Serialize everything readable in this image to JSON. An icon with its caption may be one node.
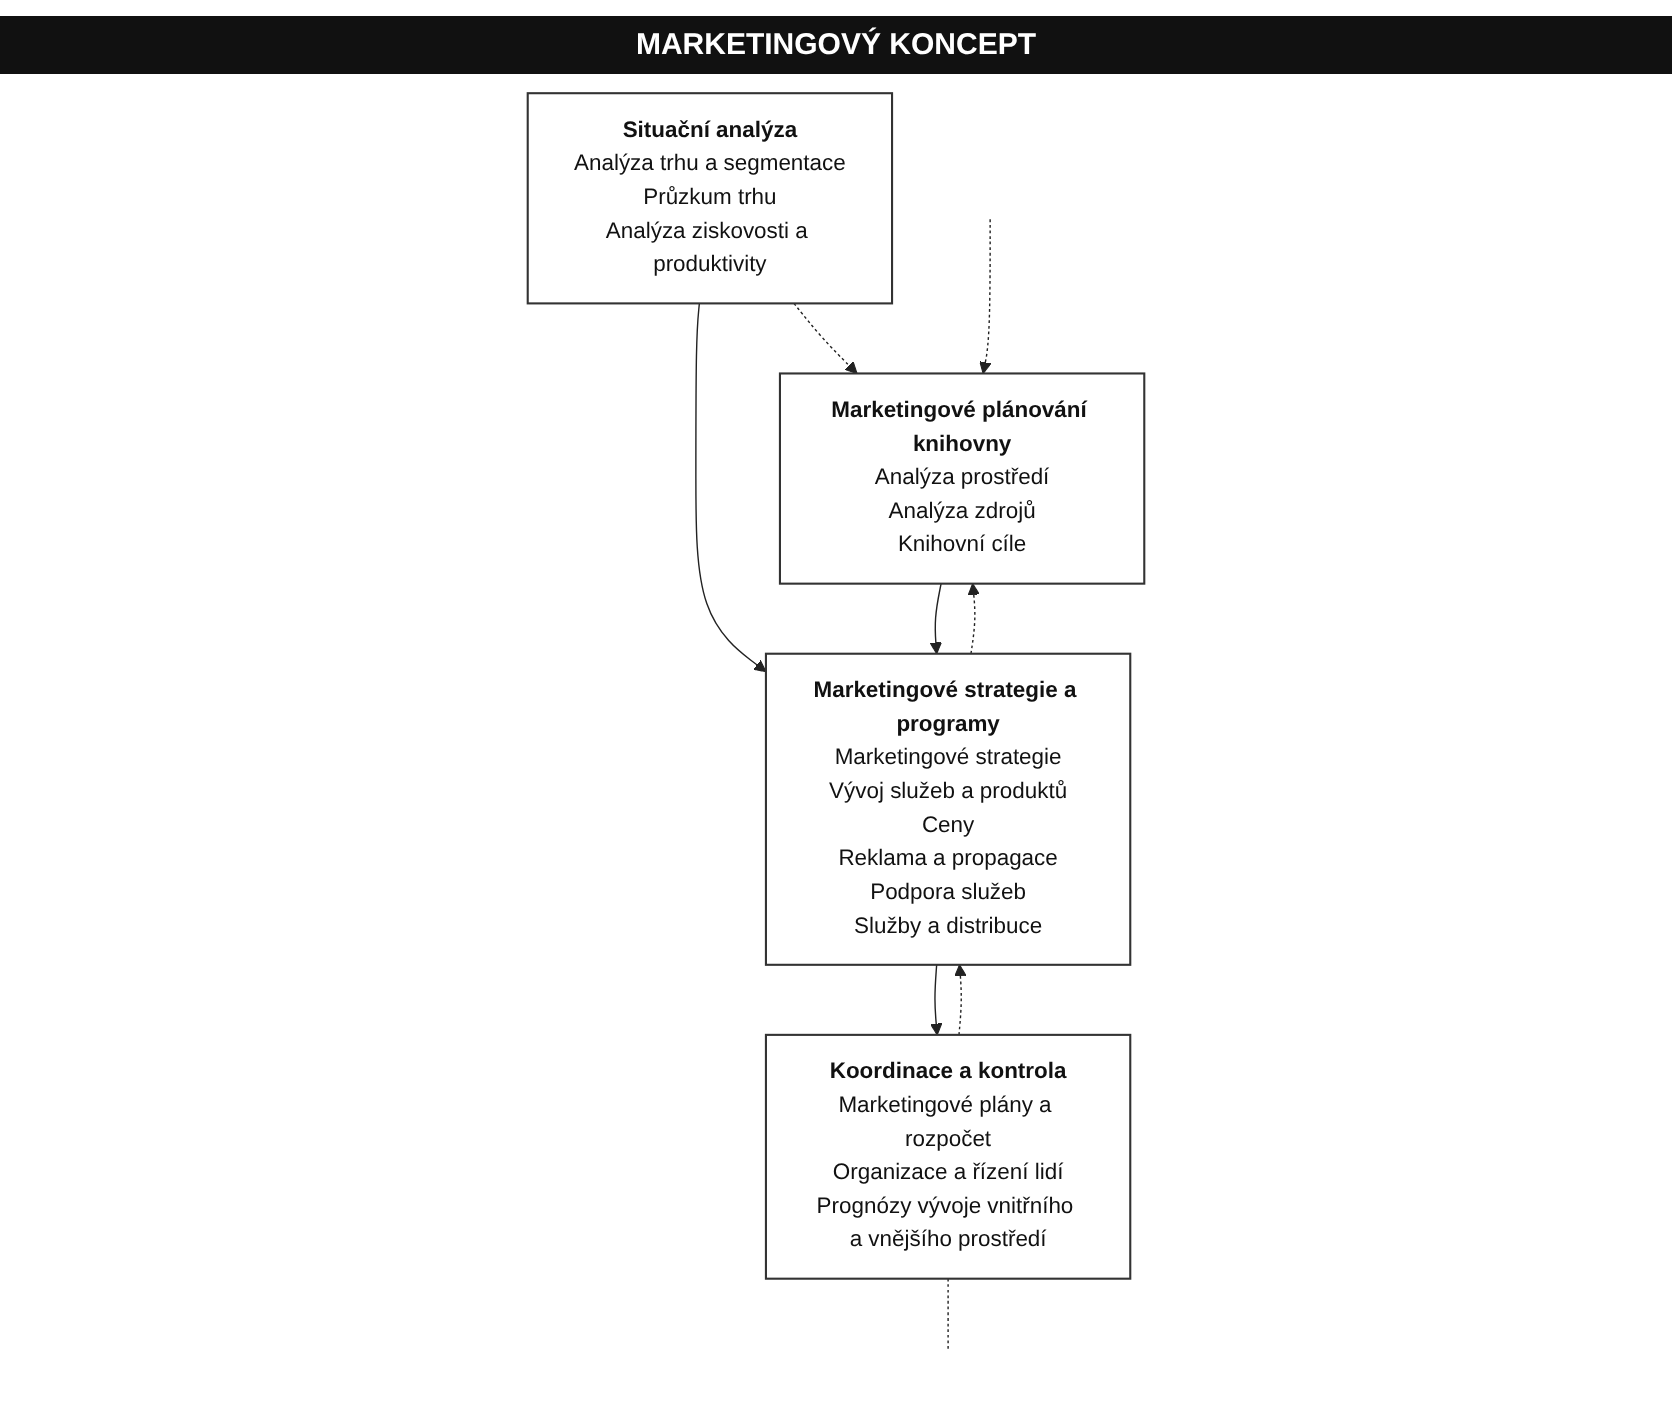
{
  "diagram": {
    "title": "MARKETINGOVÝ KONCEPT",
    "nodes": [
      {
        "text": [
          "Marketingové plánování knihovny",
          "Analýza prostředí",
          "Analýza zdrojů",
          "Knihovní cíle"
        ]
      },
      {
        "text": [
          "Situační analýza",
          "Analýza trhu a segmentace",
          "Průzkum trhu",
          "Analýza ziskovosti a produktivity"
        ]
      },
      {
        "text": [
          "Marketingové strategie a programy",
          "Marketingové strategie",
          "Vývoj služeb a produktů",
          "Ceny",
          "Reklama a propagace",
          "Podpora služeb",
          "Služby a distribuce"
        ]
      },
      {
        "text": [
          "Koordinace a kontrola",
          "Marketingové plány a rozpočet",
          "Organizace a řízení lidí",
          "Prognózy vývoje vnitřního a vnějšího prostředí"
        ]
      }
    ],
    "edges": [
      {
        "from": 0,
        "to": 2,
        "arrow": "to"
      },
      {
        "from": 1,
        "to": 2,
        "arrow": "to"
      },
      {
        "from": 2,
        "to": 3,
        "arrow": "to"
      },
      {
        "from": 1,
        "to": 0,
        "arrow": "to",
        "style": "dashed"
      },
      {
        "from": 2,
        "to": 0,
        "arrow": "to",
        "style": "dashed"
      },
      {
        "from": null,
        "to": 0,
        "arrow": "to",
        "style": "dashed"
      },
      {
        "from": 3,
        "to": 2,
        "arrow": "to",
        "style": "dashed"
      },
      {
        "from": 3,
        "to": null,
        "arrow": "none",
        "style": "dashed"
      }
    ]
  }
}
